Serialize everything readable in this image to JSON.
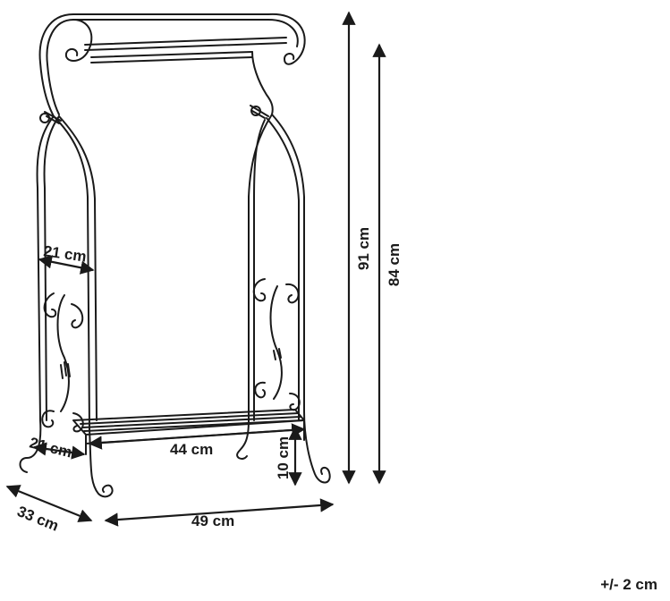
{
  "dimensions": {
    "total_height": "91 cm",
    "rail_height": "84 cm",
    "inner_width_top": "21 cm",
    "inner_depth_bottom": "21 cm",
    "shelf_width": "44 cm",
    "shelf_height": "10 cm",
    "total_width": "49 cm",
    "total_depth": "33 cm"
  },
  "tolerance": "+/- 2 cm",
  "colors": {
    "line": "#1a1a1a",
    "background": "#ffffff"
  }
}
